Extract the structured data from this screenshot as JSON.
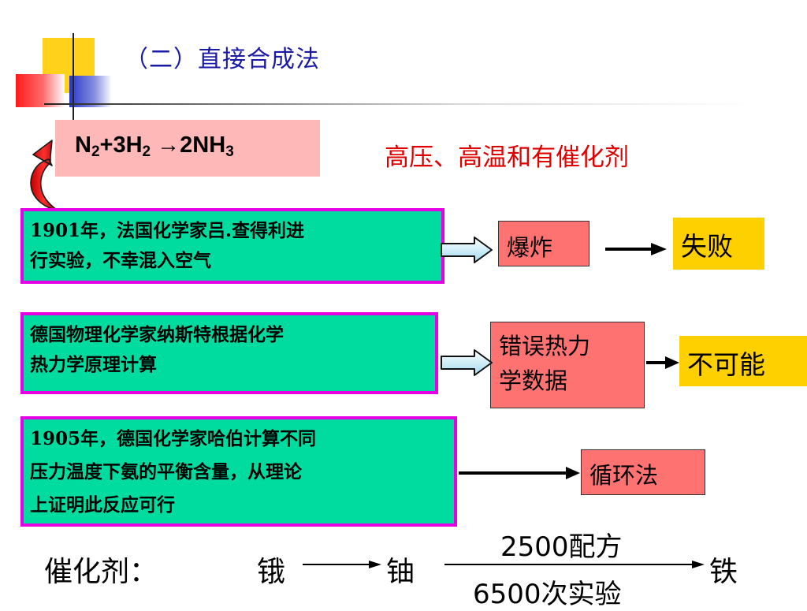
{
  "title": "（二）直接合成法",
  "equation": {
    "n": "N",
    "n_sub": "2",
    "mid": "+3H",
    "h_sub": "2",
    "arrow": " →2NH",
    "nh3_sub": "3"
  },
  "conditions": "高压、高温和有催化剂",
  "rows": [
    {
      "text": "1901年，法国化学家吕.查得利进行实验，不幸混入空气",
      "line1": "1901年，法国化学家吕.查得利进",
      "line2": "行实验，不幸混入空气",
      "result": "爆炸",
      "outcome": "失败"
    },
    {
      "text": "德国物理化学家纳斯特根据化学热力学原理计算",
      "line1": "德国物理化学家纳斯特根据化学",
      "line2": "热力学原理计算",
      "result_line1": "错误热力",
      "result_line2": "学数据",
      "outcome": "不可能"
    },
    {
      "line1": "1905年，德国化学家哈伯计算不同",
      "line2": "压力温度下氨的平衡含量，从理论",
      "line3": "上证明此反应可行",
      "result": "循环法"
    }
  ],
  "catalyst": {
    "label": "催化剂：",
    "step1": "锇",
    "step2": "铀",
    "top_text": "2500配方",
    "bottom_text": "6500次实验",
    "final": "铁"
  },
  "colors": {
    "title": "#1a1aa6",
    "conditions": "#e00000",
    "text_box": "#00dca0",
    "text_box_border": "#e600e6",
    "result_box": "#ff7272",
    "outcome_box": "#ffd000",
    "equation_box": "#ffb8b8"
  }
}
